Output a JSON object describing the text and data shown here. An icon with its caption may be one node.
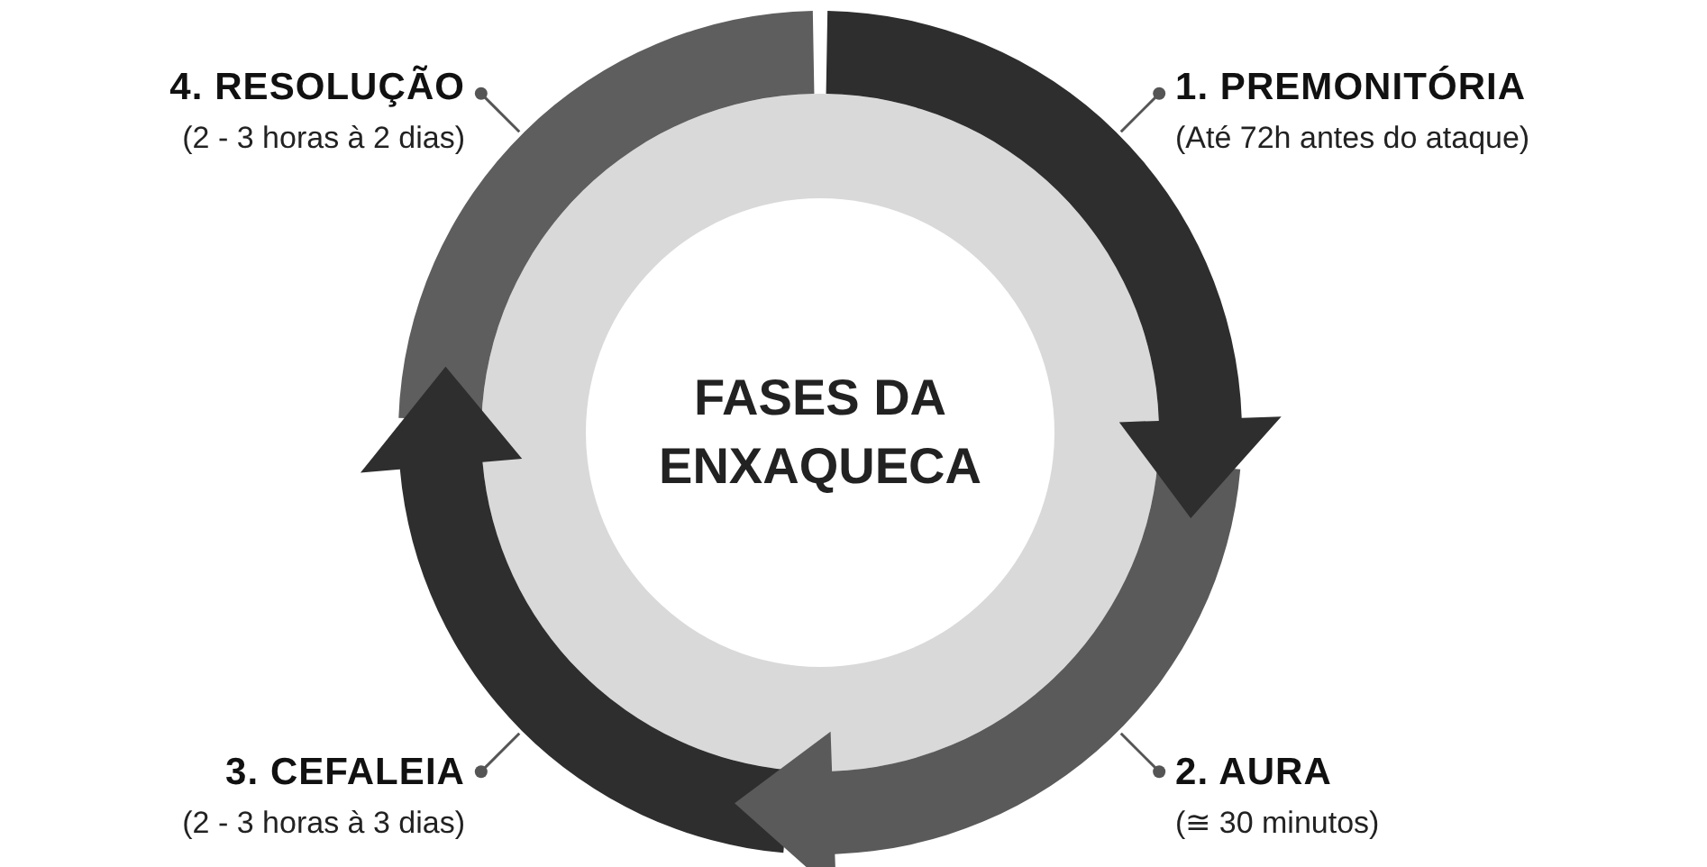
{
  "diagram": {
    "nodes": [
      {
        "text": [
          "FASES DA ENXAQUECA"
        ]
      },
      {
        "text": [],
        "shape": "arc"
      },
      {
        "text": [],
        "shape": "arc"
      },
      {
        "text": [],
        "shape": "arc"
      },
      {
        "text": [],
        "shape": "arc"
      },
      {
        "text": [
          "1. PREMONITÓRIA",
          "(Até 72h antes do ataque)"
        ]
      },
      {
        "text": [
          "2. AURA",
          "(≅ 30 minutos)"
        ]
      },
      {
        "text": [
          "3. CEFALEIA",
          "(2 - 3 horas à 3 dias)"
        ]
      },
      {
        "text": [
          "4. RESOLUÇÃO",
          "(2 - 3 horas à 2 dias)"
        ]
      }
    ],
    "edges": [
      {
        "from": 5,
        "to": 1,
        "arrow": "other"
      },
      {
        "from": 6,
        "to": 2,
        "arrow": "other"
      },
      {
        "from": 7,
        "to": 3,
        "arrow": "other"
      },
      {
        "from": 8,
        "to": 4,
        "arrow": "other"
      },
      {
        "from": 4,
        "to": 2,
        "arrow": "to"
      },
      {
        "from": 1,
        "to": 3,
        "arrow": "to"
      },
      {
        "from": 2,
        "to": 4,
        "arrow": "to"
      }
    ]
  }
}
